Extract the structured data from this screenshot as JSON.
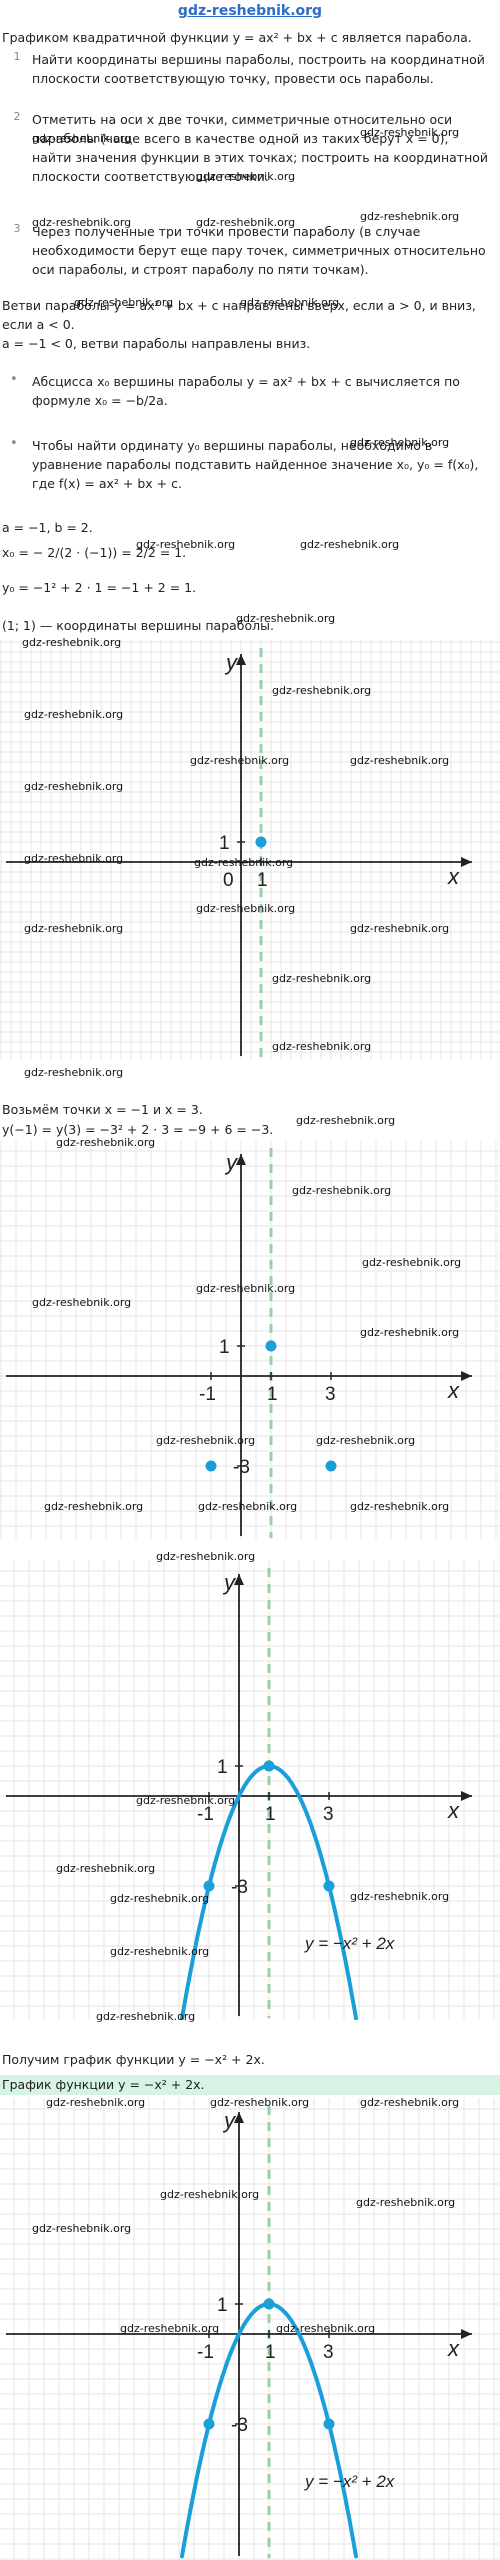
{
  "header": {
    "site": "gdz-reshebnik.org"
  },
  "intro": "Графиком квадратичной функции y = ax² + bx + c является парабола.",
  "steps": [
    {
      "n": "1",
      "text": "Найти координаты вершины параболы, построить на координатной плоскости соответствующую точку, провести ось параболы."
    },
    {
      "n": "2",
      "text": "Отметить на оси x две точки, симметричные относительно оси параболы (чаще всего в качестве одной из таких берут x = 0), найти значения функции в этих точках; построить на координатной плоскости соответствующие точки."
    },
    {
      "n": "3",
      "text": "Через полученные три точки провести параболу (в случае необходимости берут еще пару точек, симметричных относительно оси параболы, и строят параболу по пяти точкам)."
    }
  ],
  "branches": "Ветви параболы y = ax² + bx + c направлены вверх, если a > 0, и вниз, если a < 0.",
  "a_line": "a = −1 < 0, ветви параболы направлены вниз.",
  "bullets": [
    {
      "text": "Абсцисса x₀ вершины параболы y = ax² + bx + c вычисляется по формуле x₀ = −b/2a."
    },
    {
      "text": "Чтобы найти ординату y₀ вершины параболы, необходимо в уравнение параболы подставить найденное значение x₀, y₀ = f(x₀), где f(x) = ax² + bx + c."
    }
  ],
  "calc": {
    "ab": "a = −1, b = 2.",
    "x0": "x₀ = − 2/(2 · (−1)) = 2/2 = 1.",
    "y0": "y₀ = −1² + 2 · 1 = −1 + 2 = 1.",
    "vertex": "(1; 1) — координаты вершины параболы."
  },
  "take_points": "Возьмём точки x = −1 и x = 3.",
  "values_line": "y(−1) = y(3) = −3² + 2 · 3 = −9 + 6 = −3.",
  "result_line": "Получим график функции y = −x² + 2x.",
  "final_line": "График функции y = −x² + 2x.",
  "axis": {
    "x": "x",
    "y": "y",
    "origin": "0",
    "one_y": "1",
    "one_x": "1",
    "minus_one": "-1",
    "three": "3",
    "minus_three": "-3"
  },
  "curve_label": "y = −x² + 2x",
  "watermark": "gdz-reshebnik.org",
  "colors": {
    "accent": "#1a9fd8",
    "axis_line": "#9ad0a6",
    "grid": "#e6e6e6",
    "highlight": "#d7f3e4",
    "link": "#2e6cc9"
  },
  "chart_data": [
    {
      "type": "scatter",
      "points": [
        {
          "x": 1,
          "y": 1
        }
      ],
      "axis_of_symmetry": 1,
      "xlabel": "x",
      "ylabel": "y"
    },
    {
      "type": "scatter",
      "points": [
        {
          "x": 1,
          "y": 1
        },
        {
          "x": -1,
          "y": -3
        },
        {
          "x": 3,
          "y": -3
        }
      ],
      "axis_of_symmetry": 1
    },
    {
      "type": "line",
      "function": "y = -x^2 + 2x",
      "points": [
        {
          "x": 1,
          "y": 1
        },
        {
          "x": -1,
          "y": -3
        },
        {
          "x": 3,
          "y": -3
        }
      ]
    },
    {
      "type": "line",
      "function": "y = -x^2 + 2x",
      "points": [
        {
          "x": 1,
          "y": 1
        },
        {
          "x": -1,
          "y": -3
        },
        {
          "x": 3,
          "y": -3
        }
      ]
    }
  ]
}
